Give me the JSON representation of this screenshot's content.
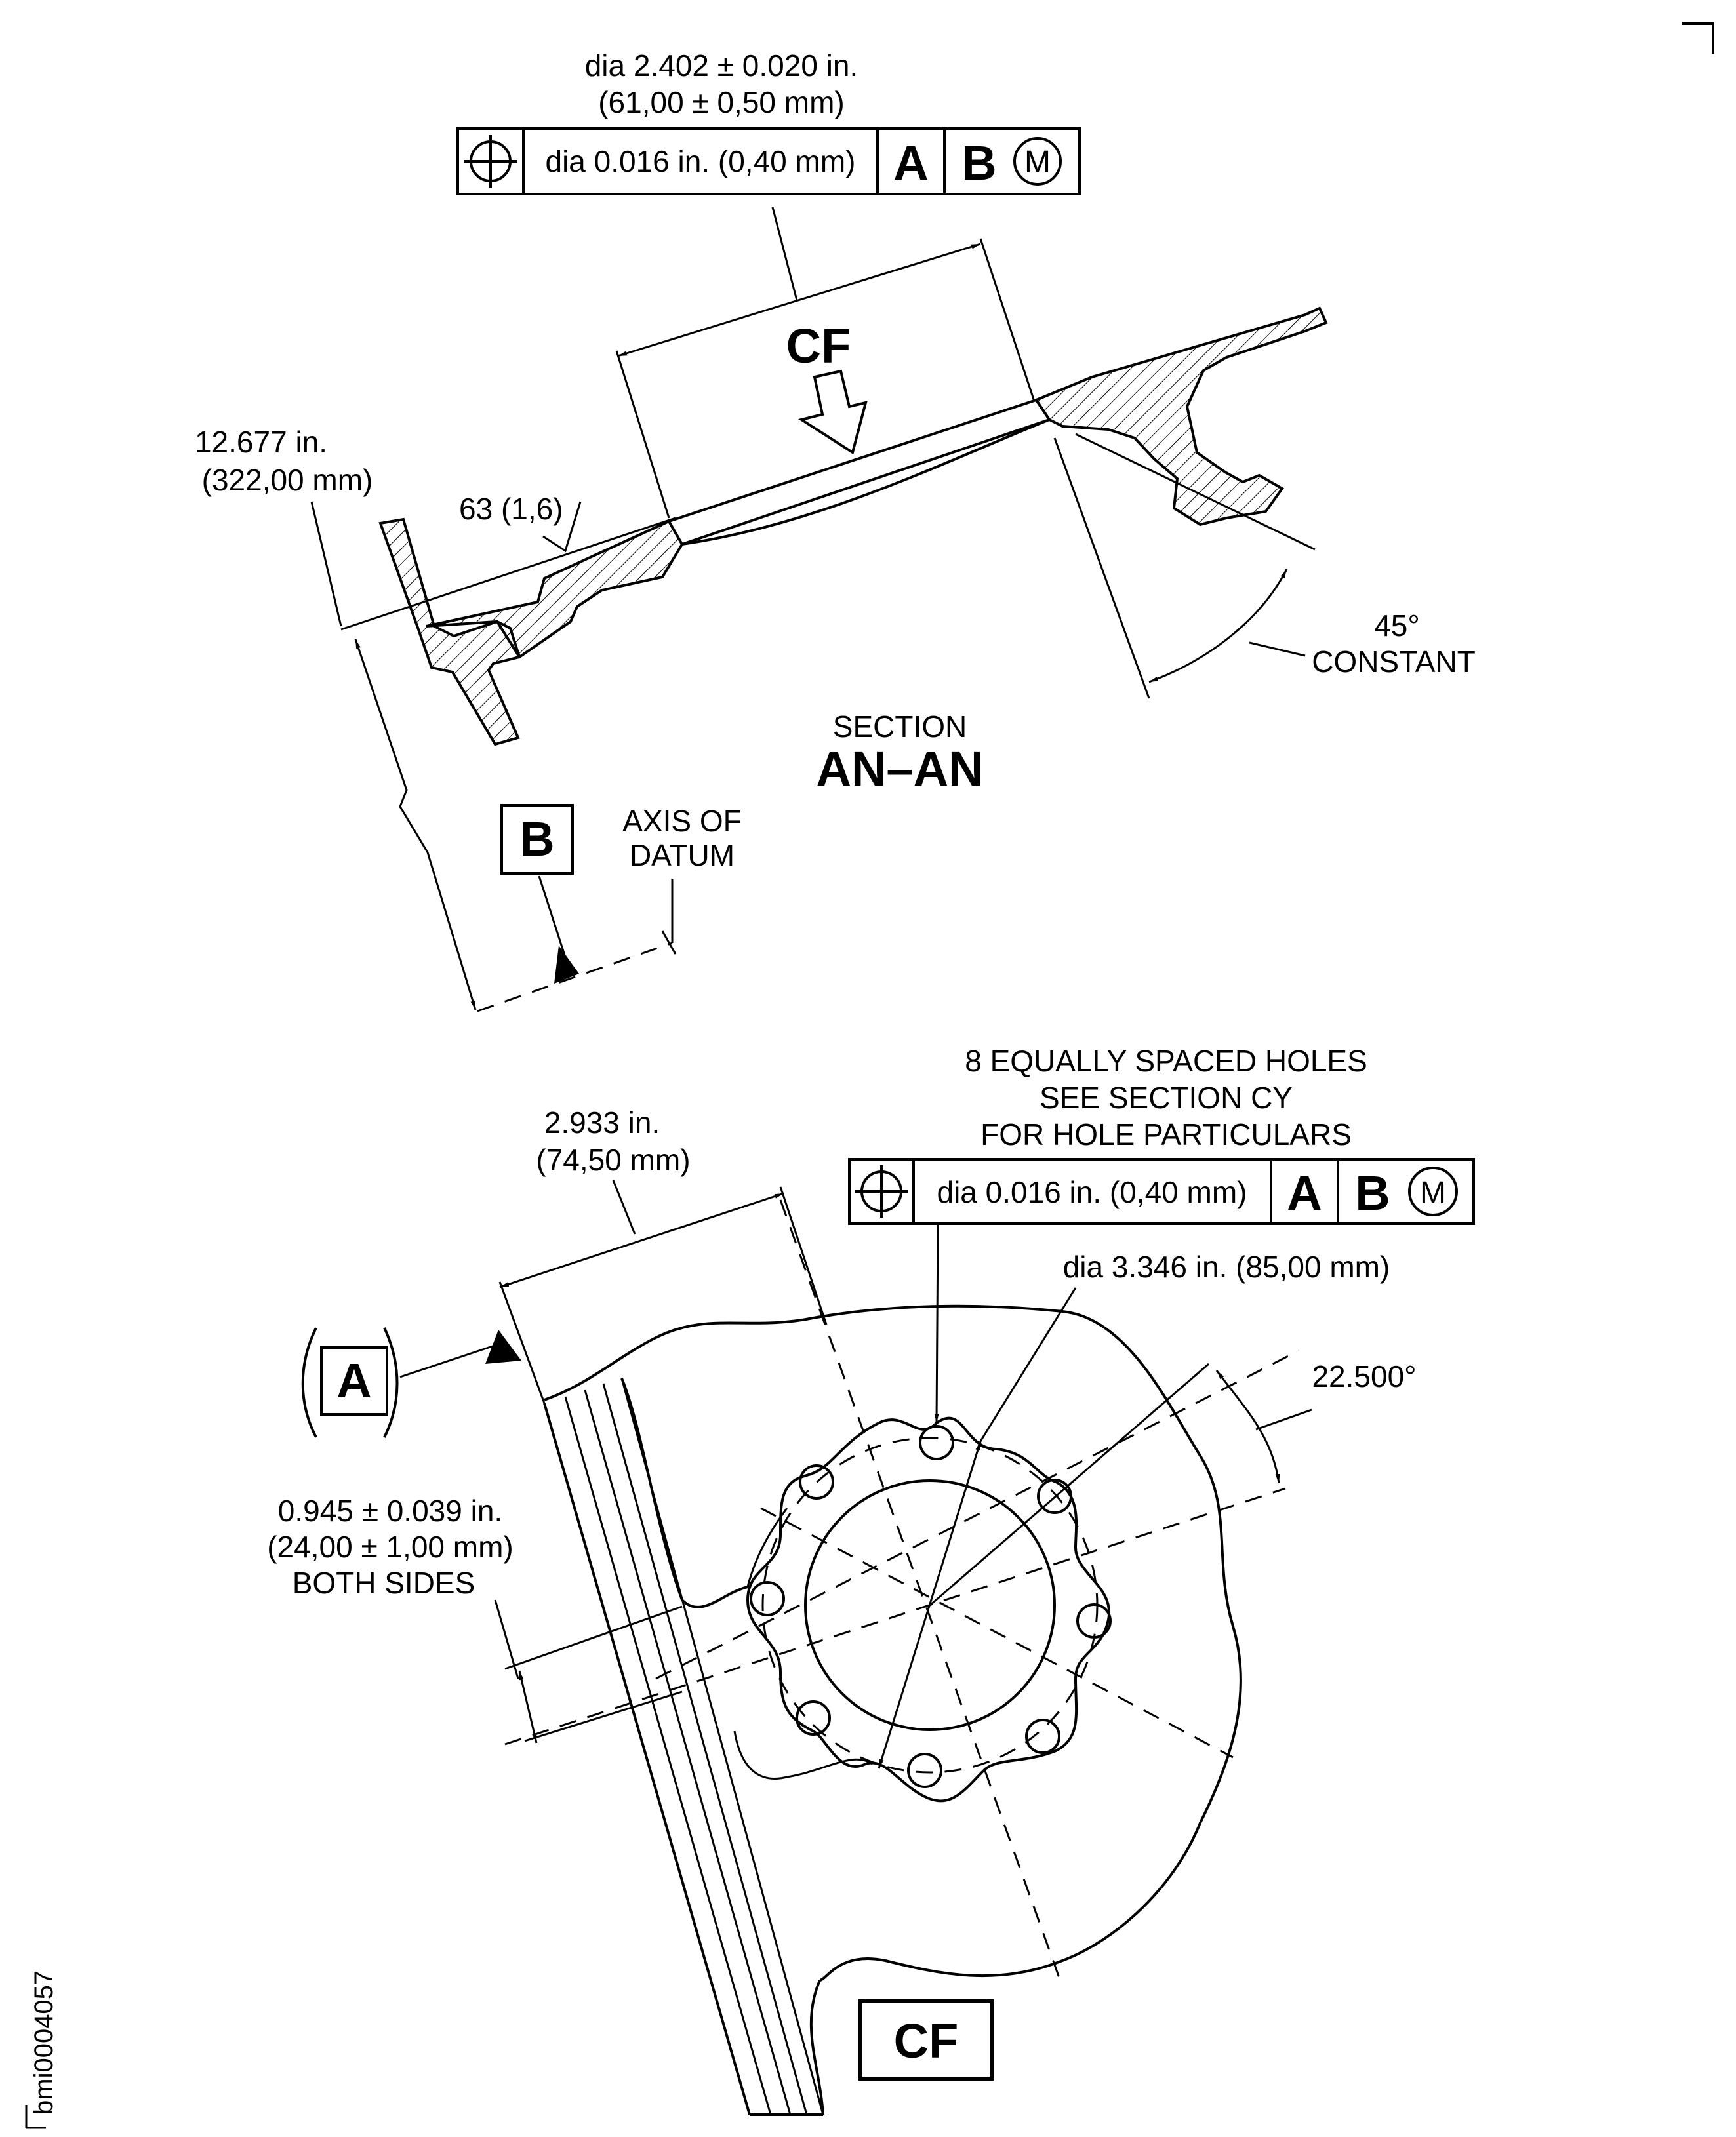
{
  "section_view": {
    "upper_dimension": {
      "inch": "dia 2.402 ± 0.020 in.",
      "mm": "(61,00 ± 0,50 mm)"
    },
    "upper_fcf": {
      "tolerance": "dia 0.016 in. (0,40 mm)",
      "datum_a": "A",
      "datum_b": "B",
      "modifier": "M"
    },
    "view_arrow_label": "CF",
    "left_dimension": {
      "inch": "12.677 in.",
      "mm": "(322,00 mm)"
    },
    "surface_finish": "63 (1,6)",
    "angle": {
      "value": "45°",
      "note": "CONSTANT"
    },
    "title_small": "SECTION",
    "title_large": "AN–AN",
    "datum_b_label": "B",
    "datum_axis_note": {
      "line1": "AXIS OF",
      "line2": "DATUM"
    }
  },
  "view_cf": {
    "holes_note": {
      "line1": "8 EQUALLY SPACED HOLES",
      "line2": "SEE SECTION CY",
      "line3": "FOR HOLE PARTICULARS"
    },
    "hole_fcf": {
      "tolerance": "dia 0.016 in. (0,40 mm)",
      "datum_a": "A",
      "datum_b": "B",
      "modifier": "M"
    },
    "width_dimension": {
      "inch": "2.933 in.",
      "mm": "(74,50 mm)"
    },
    "bolt_circle": "dia 3.346 in. (85,00 mm)",
    "angle": "22.500°",
    "datum_a_label": "A",
    "flange_dimension": {
      "inch": "0.945 ± 0.039 in.",
      "mm": "(24,00 ± 1,00 mm)",
      "note": "BOTH SIDES"
    },
    "view_label": "CF"
  },
  "figure_id": "bmi0004057"
}
